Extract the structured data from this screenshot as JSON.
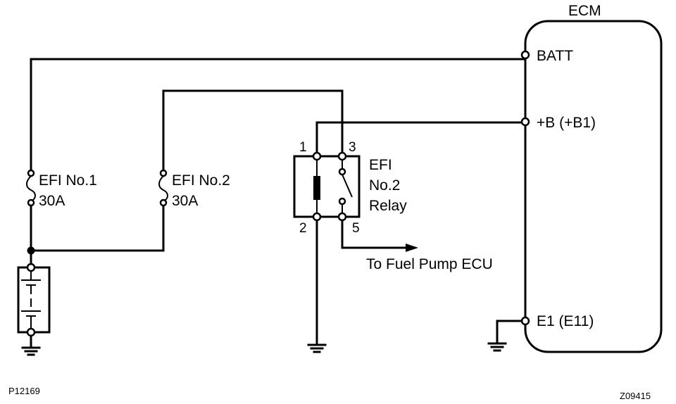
{
  "ecm": {
    "title": "ECM",
    "batt": "BATT",
    "b": "+B (+B1)",
    "e1": "E1 (E11)"
  },
  "fuses": {
    "efi1_name": "EFI No.1",
    "efi1_rating": "30A",
    "efi2_name": "EFI No.2",
    "efi2_rating": "30A"
  },
  "relay": {
    "line1": "EFI",
    "line2": "No.2",
    "line3": "Relay",
    "pin1": "1",
    "pin2": "2",
    "pin3": "3",
    "pin5": "5"
  },
  "fuel_pump": "To Fuel Pump ECU",
  "ref_left": "P12169",
  "ref_right": "Z09415"
}
